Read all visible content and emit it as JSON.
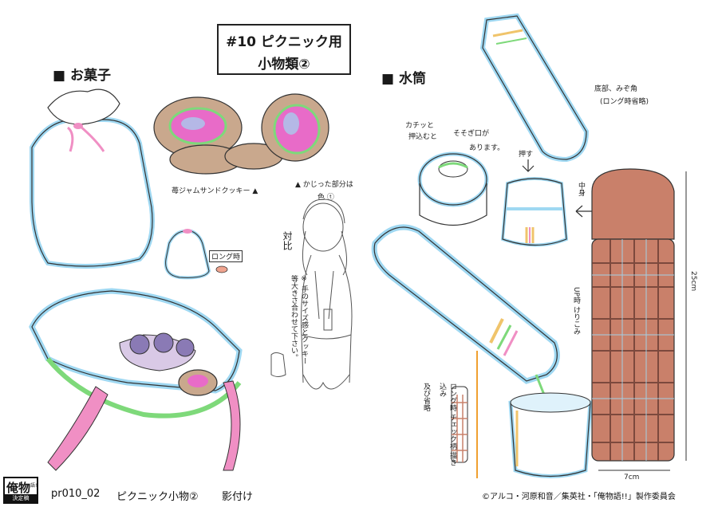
{
  "title": {
    "line1": "#10 ピクニック用",
    "line2": "小物類②"
  },
  "sections": {
    "sweets": "■ お菓子",
    "flask": "■ 水筒"
  },
  "notes": {
    "cookie_label": "苺ジャムサンドクッキー ▲",
    "bitten_part": "▲ かじった部分は",
    "bitten_color": "色 ⓣ",
    "long_shot": "ロング時",
    "contrast": "対比",
    "contrast_note": "※ 手のサイズ感とクッキー等大きさ合わせて下さい。",
    "press_in": "押込むと",
    "push_lid": "カチッと",
    "spout": "そそぎ口が",
    "exists": "あります。",
    "push": "押す",
    "bottom_note": "底部、みぞ角",
    "bottom_note2": "(ロング時省略)",
    "inside": "中身",
    "height": "25cm",
    "width": "7cm",
    "up_note": "UP時 けりこみ",
    "long_check": "ロング時 チェック柄 描き込み",
    "omit": "及び省略"
  },
  "footer": {
    "logo_main": "俺物",
    "logo_small": "語!!",
    "logo_sub": "決定稿",
    "code": "pr010_02",
    "item": "ピクニック小物②",
    "shade": "影付け",
    "copyright": "©アルコ・河原和音／集英社・「俺物語!!」製作委員会"
  },
  "colors": {
    "shadow_blue": "#9fd8f2",
    "pink": "#f08fc4",
    "flask_body": "#c9806a",
    "cookie": "#c9a88d",
    "jam": "#e86bc8",
    "green": "#7ed97a",
    "line": "#333333"
  }
}
